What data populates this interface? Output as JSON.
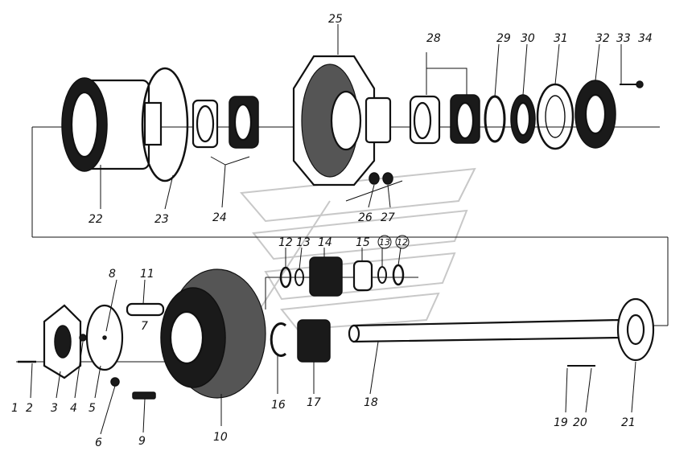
{
  "labels": {
    "p1": "1",
    "p2": "2",
    "p3": "3",
    "p4": "4",
    "p5": "5",
    "p6": "6",
    "p7": "7",
    "p8": "8",
    "p9": "9",
    "p10": "10",
    "p11": "11",
    "p12": "12",
    "p13": "13",
    "p14": "14",
    "p15": "15",
    "p13b": "13",
    "p12b": "12",
    "p16": "16",
    "p17": "17",
    "p18": "18",
    "p19": "19",
    "p20": "20",
    "p21": "21",
    "p22": "22",
    "p23": "23",
    "p24": "24",
    "p25": "25",
    "p26": "26",
    "p27": "27",
    "p28": "28",
    "p29": "29",
    "p30": "30",
    "p31": "31",
    "p32": "32",
    "p33": "33",
    "p34": "34"
  }
}
